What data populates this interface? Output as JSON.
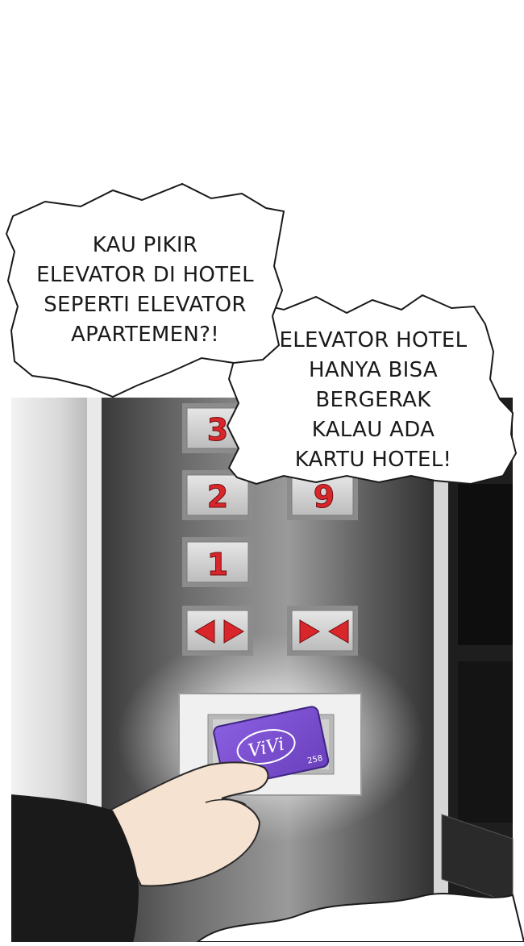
{
  "bubbles": [
    {
      "lines": [
        "KAU PIKIR",
        "ELEVATOR DI HOTEL",
        "SEPERTI ELEVATOR",
        "APARTEMEN?!"
      ]
    },
    {
      "lines": [
        "ELEVATOR HOTEL",
        "HANYA BISA",
        "BERGERAK",
        "KALAU ADA",
        "KARTU HOTEL!"
      ]
    }
  ],
  "panel": {
    "floor_buttons": [
      "3",
      "2",
      "1",
      "9"
    ],
    "door_open_icon": "door-open-icon",
    "door_close_icon": "door-close-icon",
    "card_brand": "ViVi",
    "card_number": "258"
  },
  "colors": {
    "button_label": "#d8262b",
    "card": "#7a4fd0",
    "steel_dark": "#4a4a4a",
    "steel_light": "#bdbdbd"
  }
}
